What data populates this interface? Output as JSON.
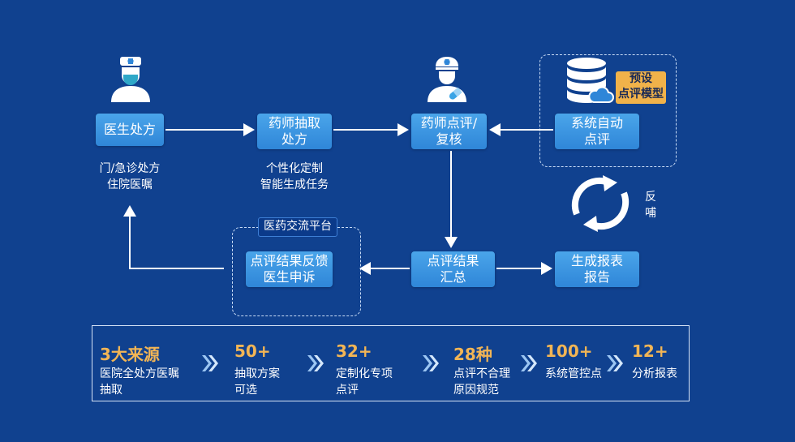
{
  "flow": {
    "doctor_prescription": "医生处方",
    "doctor_sub_1": "门/急诊处方",
    "doctor_sub_2": "住院医嘱",
    "pharm_extract_1": "药师抽取",
    "pharm_extract_2": "处方",
    "extract_sub_1": "个性化定制",
    "extract_sub_2": "智能生成任务",
    "pharm_review_1": "药师点评/",
    "pharm_review_2": "复核",
    "auto_review_1": "系统自动",
    "auto_review_2": "点评",
    "preset_model_1": "预设",
    "preset_model_2": "点评模型",
    "feedback_1": "反",
    "feedback_2": "哺",
    "summary_1": "点评结果",
    "summary_2": "汇总",
    "report_1": "生成报表",
    "report_2": "报告",
    "appeal_1": "点评结果反馈",
    "appeal_2": "医生申诉",
    "platform": "医药交流平台"
  },
  "stats": [
    {
      "value": "3大来源",
      "label_1": "医院全处方医嘱",
      "label_2": "抽取"
    },
    {
      "value": "50+",
      "label_1": "抽取方案",
      "label_2": "可选"
    },
    {
      "value": "32+",
      "label_1": "定制化专项",
      "label_2": "点评"
    },
    {
      "value": "28种",
      "label_1": "点评不合理",
      "label_2": "原因规范"
    },
    {
      "value": "100+",
      "label_1": "系统管控点",
      "label_2": ""
    },
    {
      "value": "12+",
      "label_1": "分析报表",
      "label_2": ""
    }
  ],
  "colors": {
    "background": "#10418f",
    "box": "#3a95e0",
    "accent": "#f2b555",
    "tag": "#f0b24a"
  }
}
